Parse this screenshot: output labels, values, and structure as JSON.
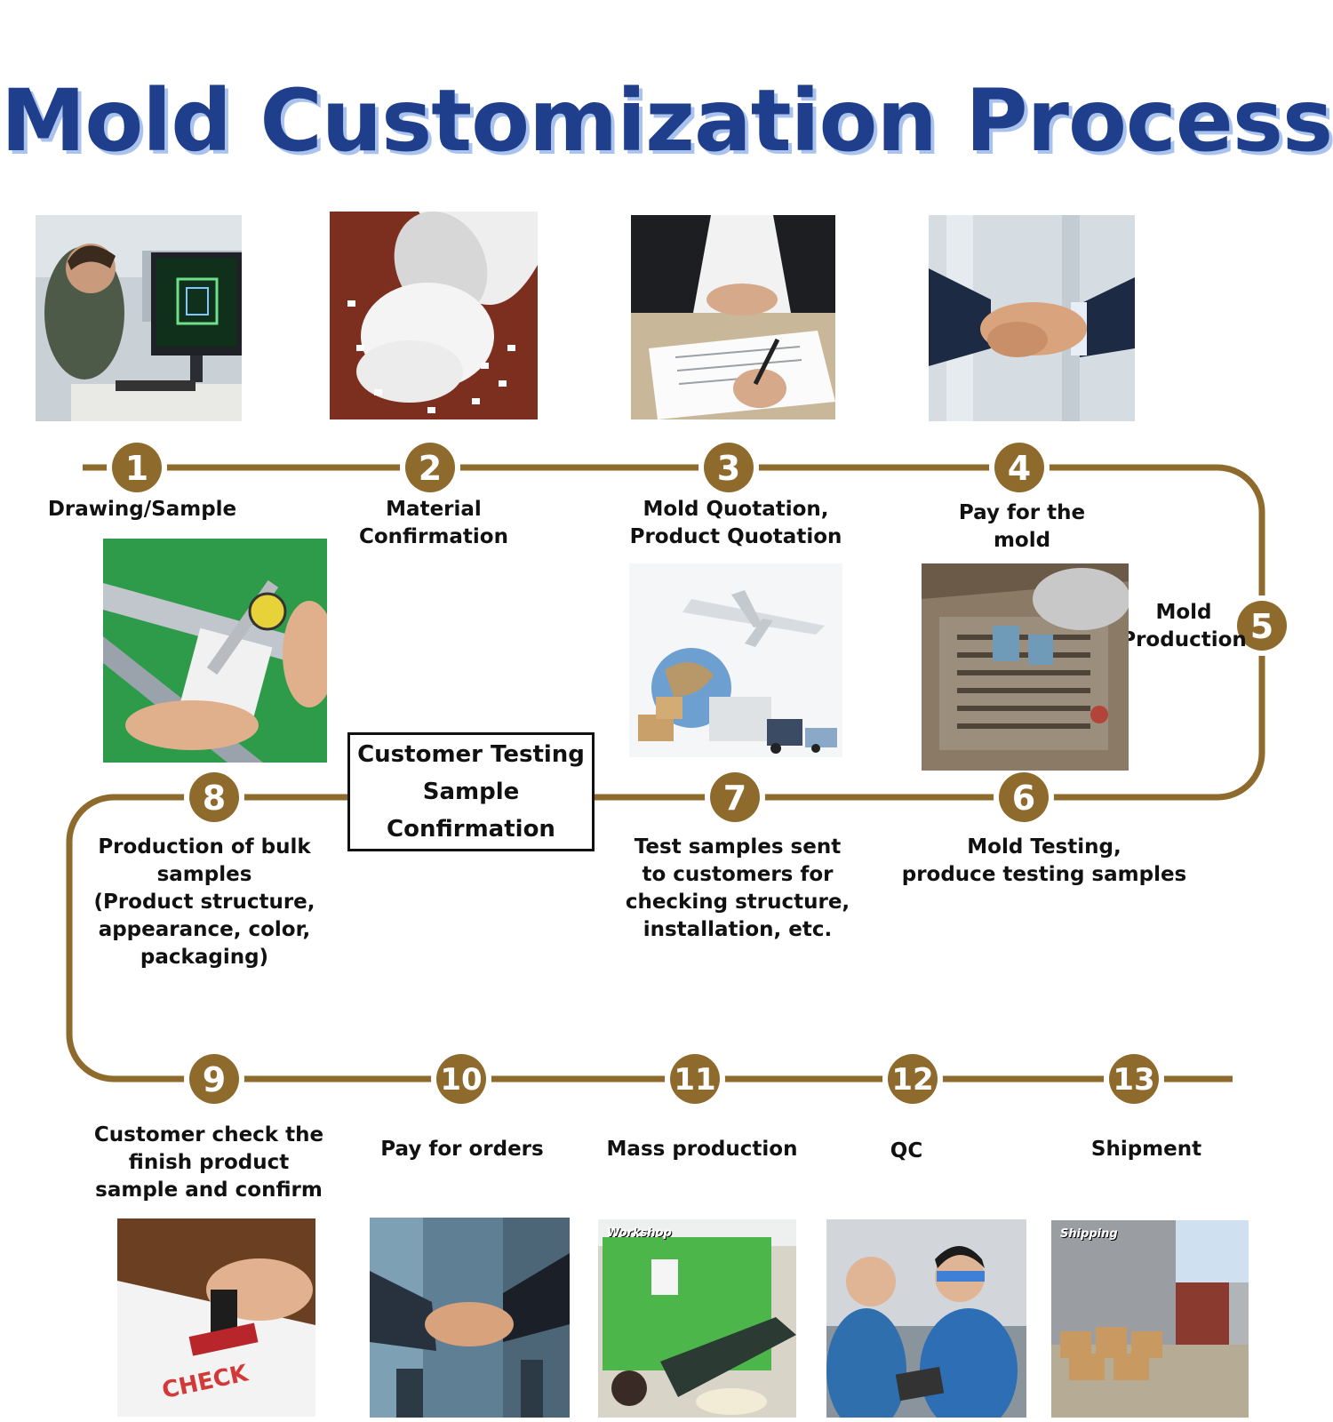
{
  "title": "Mold Customization Process",
  "colors": {
    "title_blue": "#1f3f8c",
    "title_shadow": "#a9c3ee",
    "path_brown": "#8e6a2c",
    "number_text": "#ffffff",
    "label_text": "#111111"
  },
  "steps": [
    {
      "number": "1",
      "label": "Drawing/Sample"
    },
    {
      "number": "2",
      "label": "Material\nConfirmation"
    },
    {
      "number": "3",
      "label": "Mold Quotation,\nProduct Quotation"
    },
    {
      "number": "4",
      "label": "Pay for the\nmold"
    },
    {
      "number": "5",
      "label": "Mold\nProduction"
    },
    {
      "number": "6",
      "label": "Mold Testing,\nproduce testing samples"
    },
    {
      "number": "7",
      "label": "Test samples sent\nto customers for\nchecking structure,\ninstallation, etc."
    },
    {
      "number": "8",
      "label": "Production of bulk\nsamples\n(Product structure,\nappearance, color,\npackaging)"
    },
    {
      "number": "9",
      "label": "Customer check the\nfinish product\nsample and confirm"
    },
    {
      "number": "10",
      "label": "Pay for orders"
    },
    {
      "number": "11",
      "label": "Mass production"
    },
    {
      "number": "12",
      "label": "QC"
    },
    {
      "number": "13",
      "label": "Shipment"
    }
  ],
  "checkpoint": "Customer Testing\nSample\nConfirmation",
  "photos": {
    "designer": "designer-at-cad-workstation",
    "pellets": "plastic-pellets",
    "signing": "signing-document",
    "handshake_top": "business-handshake",
    "caliper": "caliper-measuring-part",
    "logistics": "airplane-globe-trucks",
    "mold_machine": "mold-machining",
    "stamp": "check-stamp",
    "stamp_text": "CHECK",
    "handshake_bottom": "business-handshake",
    "workshop": "injection-molding-workshop",
    "workshop_caption": "Workshop",
    "qc": "quality-inspectors",
    "shipping": "loading-shipment",
    "shipping_caption": "Shipping"
  }
}
